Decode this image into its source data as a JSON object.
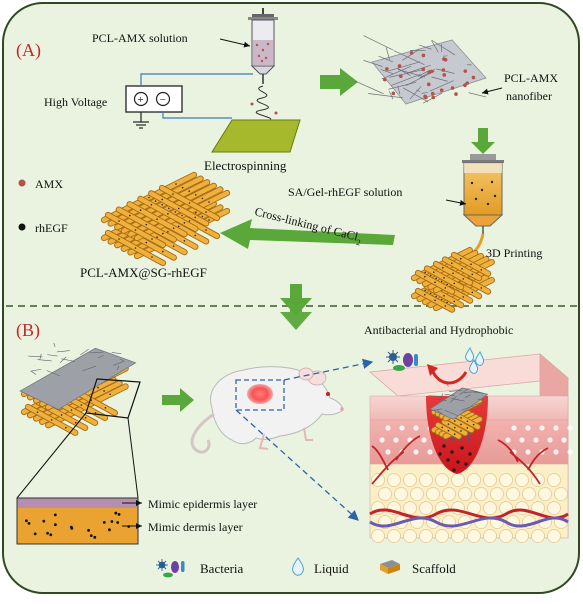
{
  "panels": {
    "a_label": "(A)",
    "b_label": "(B)"
  },
  "panel_a": {
    "solution_label": "PCL-AMX solution",
    "voltage_label": "High Voltage",
    "electrospinning_label": "Electrospinning",
    "nanofiber_line1": "PCL-AMX",
    "nanofiber_line2": "nanofiber",
    "sa_gel_label": "SA/Gel-rhEGF solution",
    "printing_label": "3D Printing",
    "crosslink_label": "Cross-linking of CaCl",
    "crosslink_sub": "2",
    "amx_label": "AMX",
    "rhegf_label": "rhEGF",
    "scaffold_label": "PCL-AMX@SG-rhEGF"
  },
  "panel_b": {
    "antibacterial_label": "Antibacterial and Hydrophobic",
    "epidermis_label": "Mimic epidermis layer",
    "dermis_label": "Mimic dermis layer"
  },
  "legend": {
    "bacteria": "Bacteria",
    "liquid": "Liquid",
    "scaffold": "Scaffold"
  },
  "colors": {
    "panel_fill": "#eaf3df",
    "panel_border": "#2f4a22",
    "green_arrow": "#5aa839",
    "scaffold_orange": "#e6a02a",
    "amx_red": "#b5504a",
    "dashed_blue": "#2d63a8"
  }
}
